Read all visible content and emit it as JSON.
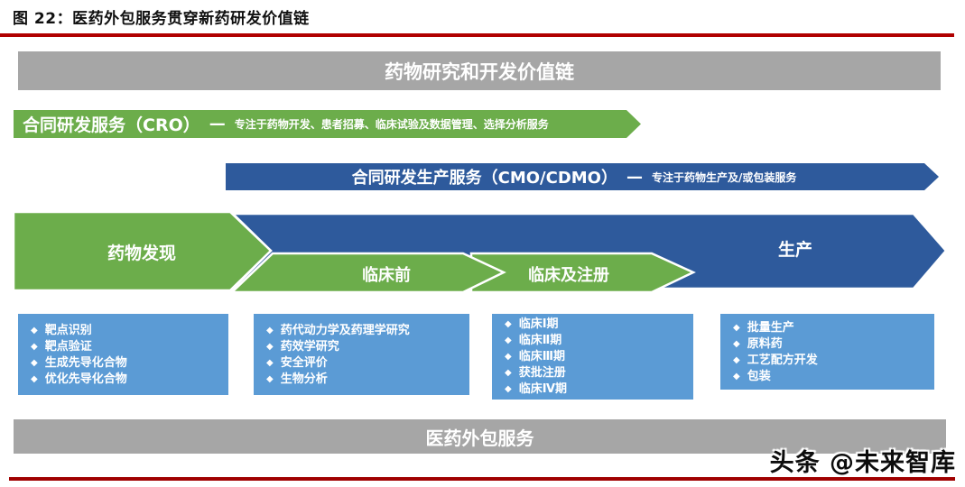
{
  "title": {
    "text": "图 22：医药外包服务贯穿新药研发价值链"
  },
  "top_banner": {
    "label": "药物研究和开发价值链"
  },
  "cro_banner": {
    "title": "合同研发服务（CRO）",
    "dash": "—",
    "desc": "专注于药物开发、患者招募、临床试验及数据管理、选择分析服务"
  },
  "cmo_banner": {
    "title": "合同研发生产服务（CMO/CDMO）",
    "dash": "—",
    "desc": "专注于药物生产及/或包装服务"
  },
  "stages": {
    "discovery": "药物发现",
    "preclinical": "临床前",
    "clinical": "临床及注册",
    "production": "生产"
  },
  "bullet": "◆",
  "boxes": [
    {
      "items": [
        "靶点识别",
        "靶点验证",
        "生成先导化合物",
        "优化先导化合物"
      ]
    },
    {
      "items": [
        "药代动力学及药理学研究",
        "药效学研究",
        "安全评价",
        "生物分析"
      ]
    },
    {
      "items": [
        "临床Ⅰ期",
        "临床Ⅱ期",
        "临床Ⅲ期",
        "获批注册",
        "临床Ⅳ期"
      ]
    },
    {
      "items": [
        "批量生产",
        "原料药",
        "工艺配方开发",
        "包装"
      ]
    }
  ],
  "bottom_banner": {
    "label": "医药外包服务"
  },
  "watermark": {
    "text": "头条 @未来智库"
  },
  "colors": {
    "green": "#6cad4b",
    "dark_blue": "#2e5a9c",
    "light_blue": "#5b9bd5",
    "gray": "#a6a6a6",
    "red_rule_top": "#b00000",
    "red_rule_bottom": "#a00000"
  }
}
